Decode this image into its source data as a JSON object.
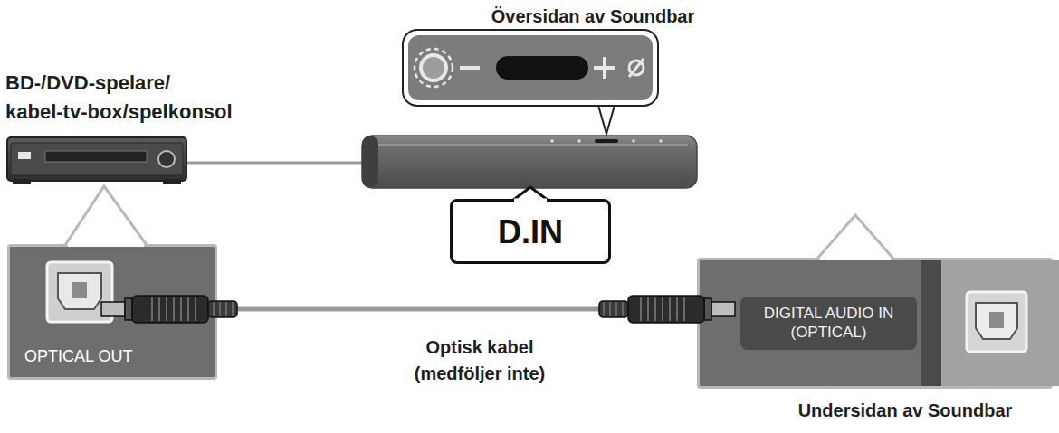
{
  "diagram": {
    "nodes": [
      {
        "text": [
          "D.IN"
        ]
      },
      {
        "text": [
          "OPTICAL OUT"
        ]
      },
      {
        "text": [
          "DIGITAL AUDIO IN (OPTICAL)"
        ]
      }
    ],
    "edges": [
      {
        "from": 1,
        "to": 2,
        "arrow": "none",
        "label": "Optisk kabel (medföljer inte)"
      }
    ],
    "labels": [
      "Översidan av Soundbar",
      "BD-/DVD-spelare/ kabel-tv-box/spelkonsol",
      "Undersidan av Soundbar"
    ]
  }
}
